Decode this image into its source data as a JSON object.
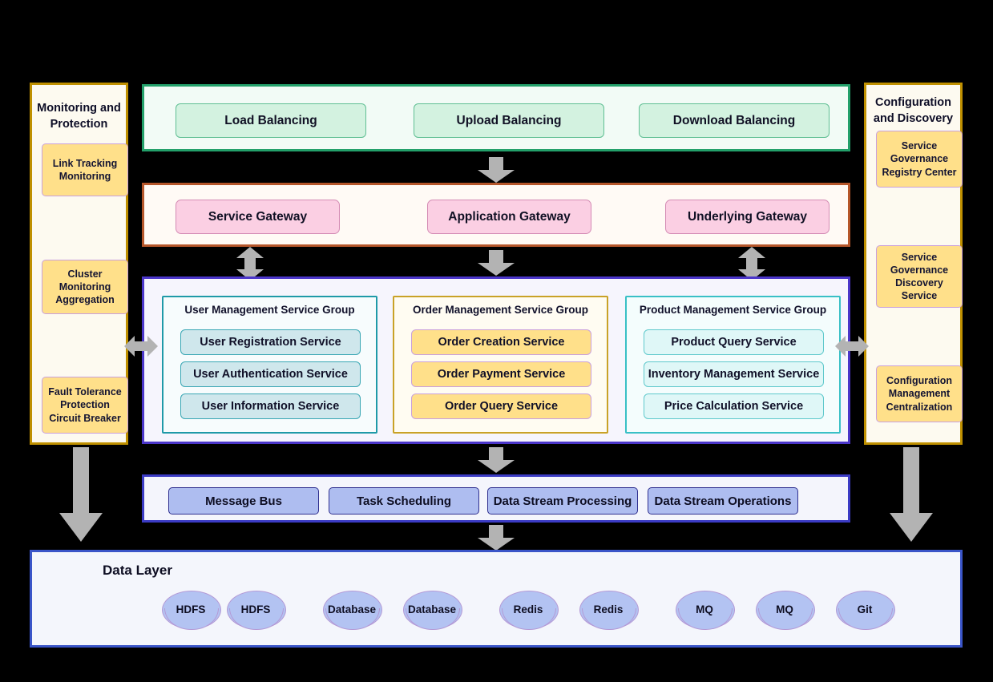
{
  "left_sidebar": {
    "title": "Monitoring and Protection",
    "items": [
      {
        "label": "Link Tracking Monitoring"
      },
      {
        "label": "Cluster Monitoring Aggregation"
      },
      {
        "label": "Fault Tolerance Protection Circuit Breaker"
      }
    ]
  },
  "right_sidebar": {
    "title": "Configuration and Discovery",
    "items": [
      {
        "label": "Service Governance Registry Center"
      },
      {
        "label": "Service Governance Discovery Service"
      },
      {
        "label": "Configuration Management Centralization"
      }
    ]
  },
  "balancing_layer": {
    "items": [
      {
        "label": "Load Balancing"
      },
      {
        "label": "Upload Balancing"
      },
      {
        "label": "Download Balancing"
      }
    ]
  },
  "gateway_layer": {
    "items": [
      {
        "label": "Service Gateway"
      },
      {
        "label": "Application Gateway"
      },
      {
        "label": "Underlying Gateway"
      }
    ]
  },
  "service_layer": {
    "groups": [
      {
        "title": "User Management Service Group",
        "services": [
          {
            "label": "User Registration Service"
          },
          {
            "label": "User Authentication Service"
          },
          {
            "label": "User Information Service"
          }
        ]
      },
      {
        "title": "Order Management Service Group",
        "services": [
          {
            "label": "Order Creation Service"
          },
          {
            "label": "Order Payment Service"
          },
          {
            "label": "Order Query Service"
          }
        ]
      },
      {
        "title": "Product Management Service Group",
        "services": [
          {
            "label": "Product Query Service"
          },
          {
            "label": "Inventory Management Service"
          },
          {
            "label": "Price Calculation Service"
          }
        ]
      }
    ]
  },
  "middleware_layer": {
    "items": [
      {
        "label": "Message Bus"
      },
      {
        "label": "Task Scheduling"
      },
      {
        "label": "Data Stream Processing"
      },
      {
        "label": "Data Stream Operations"
      }
    ]
  },
  "data_layer": {
    "title": "Data Layer",
    "stores": [
      {
        "label": "HDFS"
      },
      {
        "label": "HDFS"
      },
      {
        "label": "Database"
      },
      {
        "label": "Database"
      },
      {
        "label": "Redis"
      },
      {
        "label": "Redis"
      },
      {
        "label": "MQ"
      },
      {
        "label": "MQ"
      },
      {
        "label": "Git"
      }
    ]
  },
  "colors": {
    "background": "#000000",
    "sidebar_border": "#bf9000",
    "sidebar_box": "#ffe08a",
    "balance_border": "#23a06a",
    "balance_pill": "#d3f2e0",
    "gateway_border": "#b5562a",
    "gateway_pill": "#fbcfe3",
    "service_border": "#4b36c9",
    "user_group_border": "#1f9aa8",
    "order_group_border": "#c9a227",
    "product_group_border": "#39c0c6",
    "middleware_border": "#3b3bc4",
    "middleware_pill": "#aebdf0",
    "data_border": "#3a55c8",
    "cylinder_fill": "#b3c3f2",
    "arrow": "#b3b3b3"
  }
}
